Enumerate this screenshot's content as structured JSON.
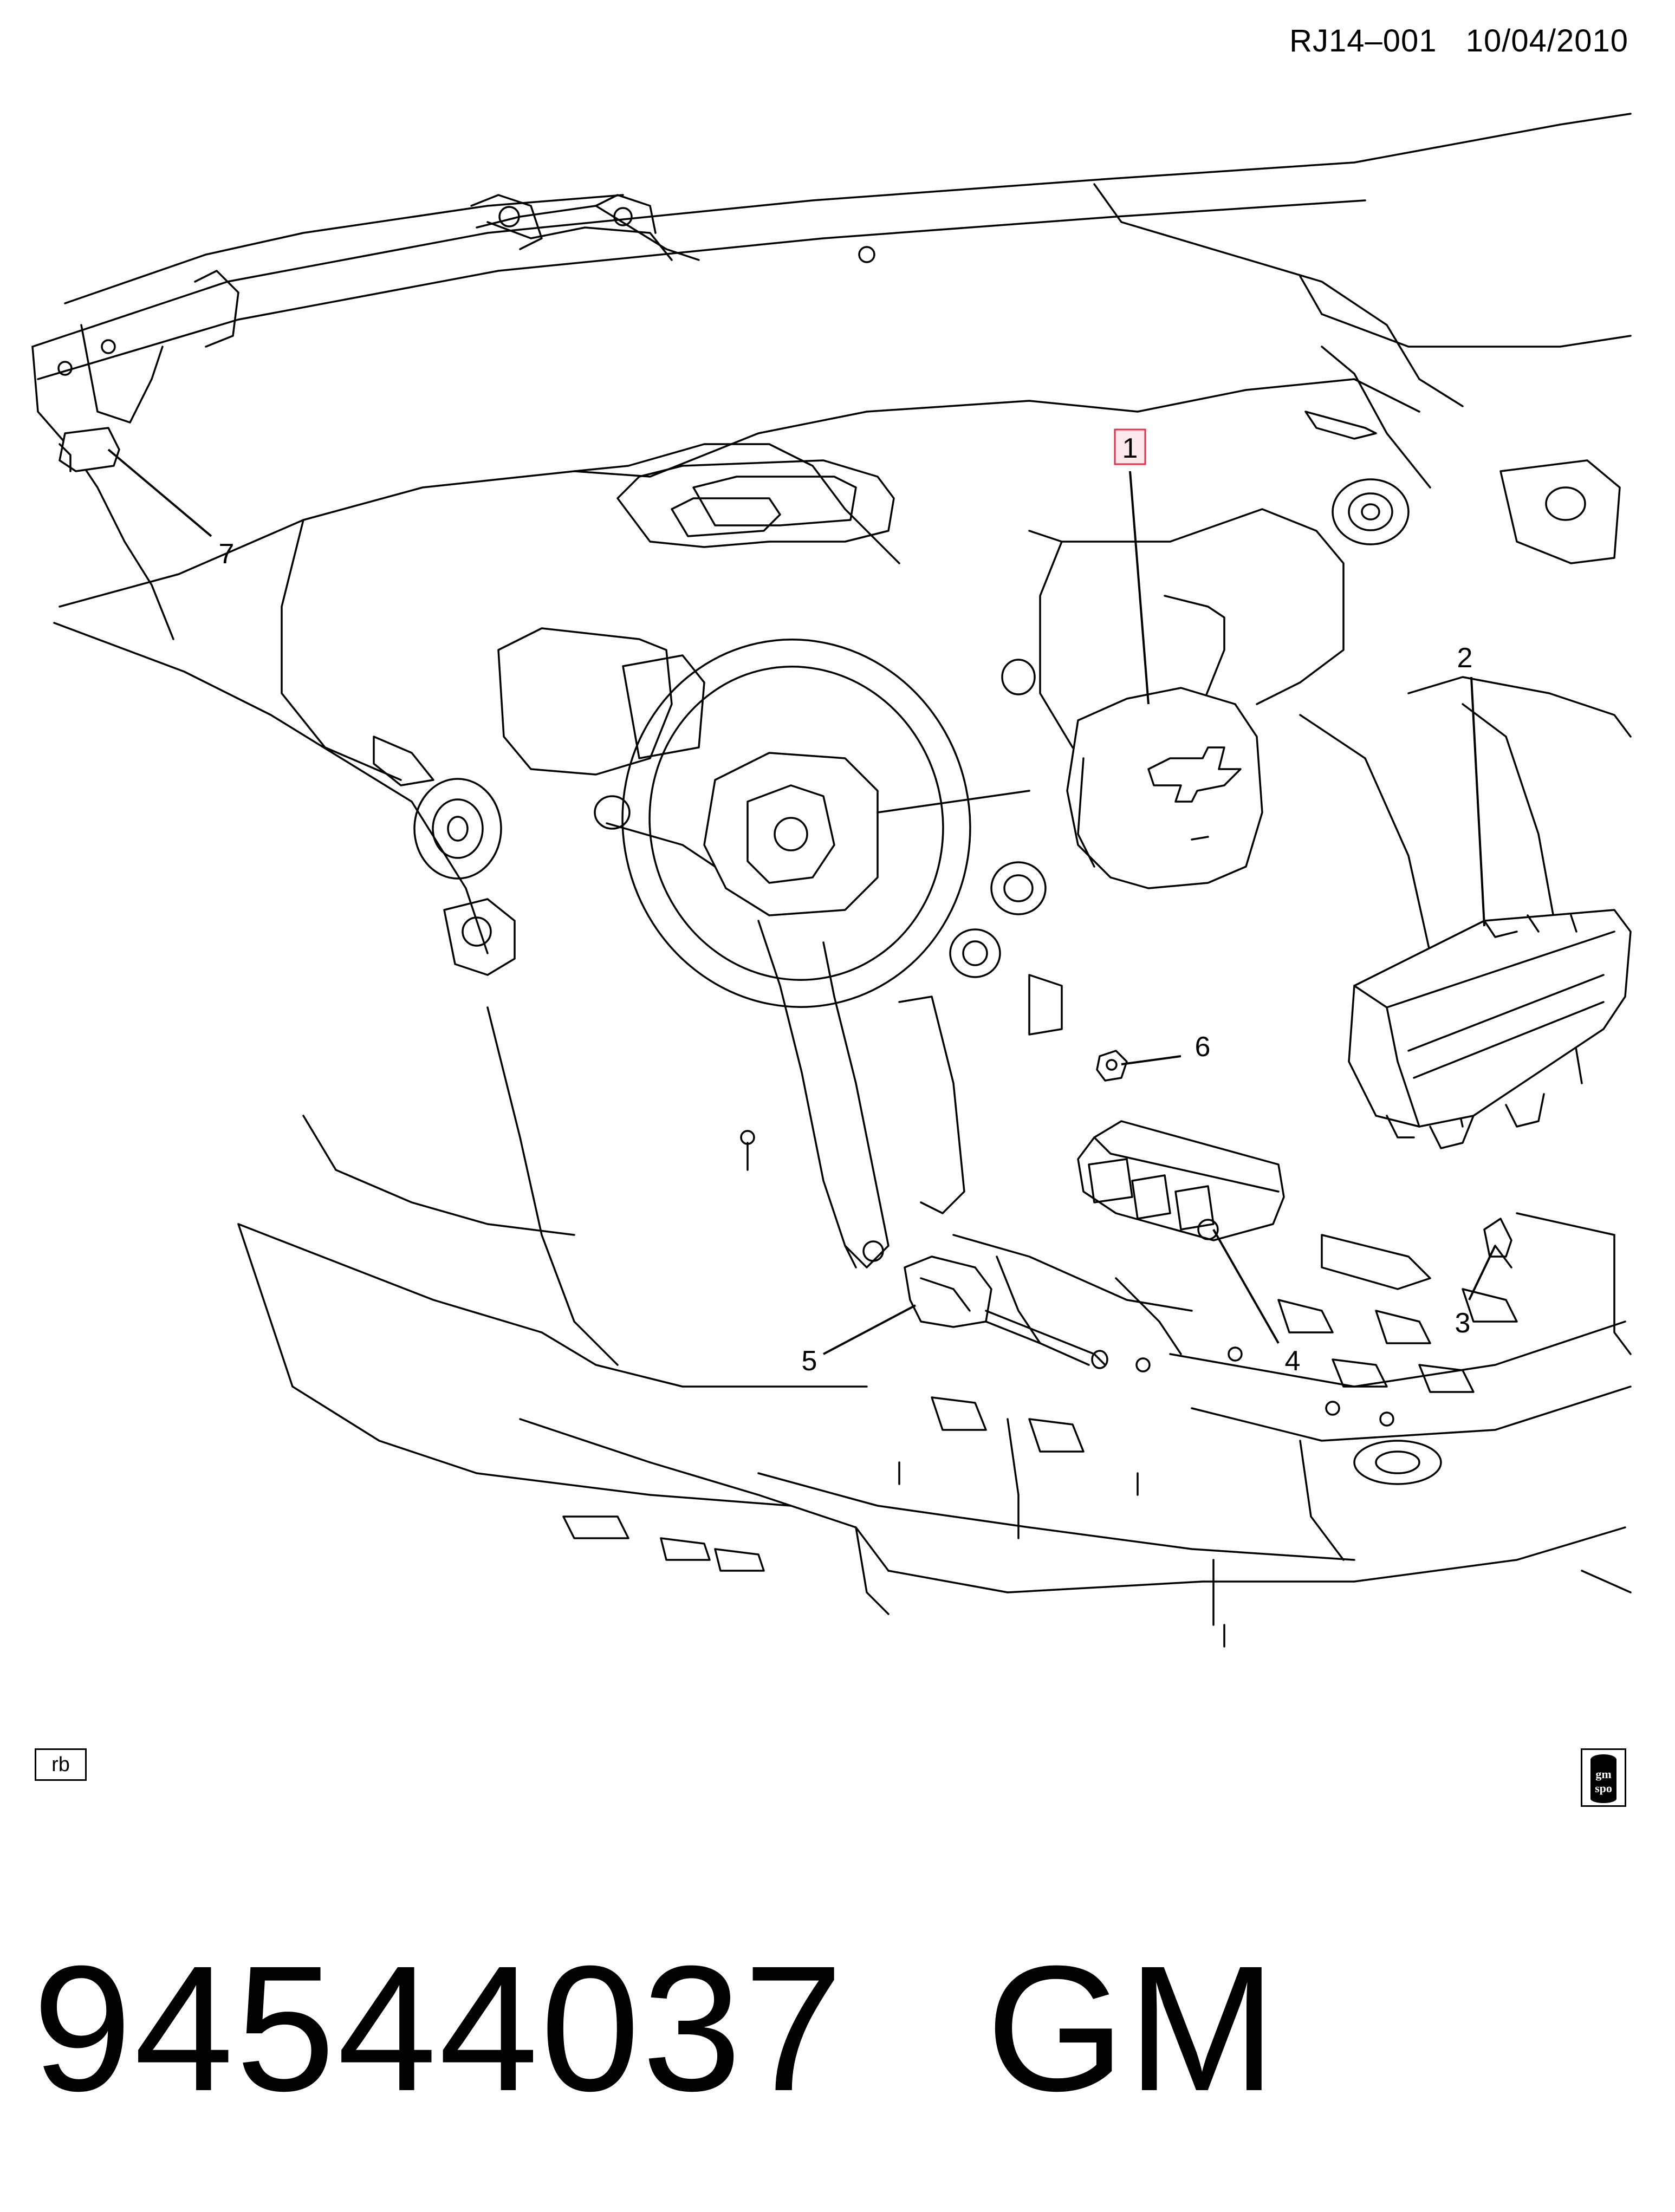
{
  "header": {
    "drawing_id": "RJ14–001",
    "date": "10/04/2010"
  },
  "callouts": [
    {
      "label": "1",
      "highlighted": true
    },
    {
      "label": "2"
    },
    {
      "label": "3"
    },
    {
      "label": "4"
    },
    {
      "label": "5"
    },
    {
      "label": "6"
    },
    {
      "label": "7"
    }
  ],
  "footer": {
    "rb_tag": "rb",
    "logo_text_top": "gm",
    "logo_text_bottom": "spo",
    "part_number": "94544037",
    "brand": "GM"
  },
  "colors": {
    "line": "#000000",
    "highlight_box_fill": "#fde8ec",
    "highlight_box_stroke": "#e0304a",
    "background": "#ffffff"
  }
}
